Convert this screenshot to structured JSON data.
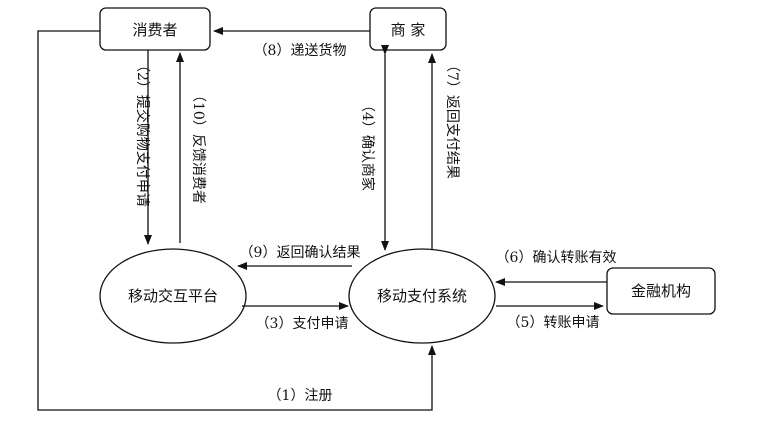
{
  "nodes": {
    "consumer": "消费者",
    "merchant": "商 家",
    "platform": "移动交互平台",
    "payment_system": "移动支付系统",
    "financial_institution": "金融机构"
  },
  "edges": {
    "register": "（1）注册",
    "submit_payment": "（2）提交购物支付申请",
    "pay_request": "（3）支付申请",
    "confirm_merchant": "（4）确认商家",
    "transfer_request": "（5）转账申请",
    "confirm_transfer": "（6）确认转账有效",
    "return_payment_result": "（7）返回支付结果",
    "deliver_goods": "（8）递送货物",
    "return_confirm_result": "（9）返回确认结果",
    "feedback_consumer": "（10）反馈消费者"
  }
}
